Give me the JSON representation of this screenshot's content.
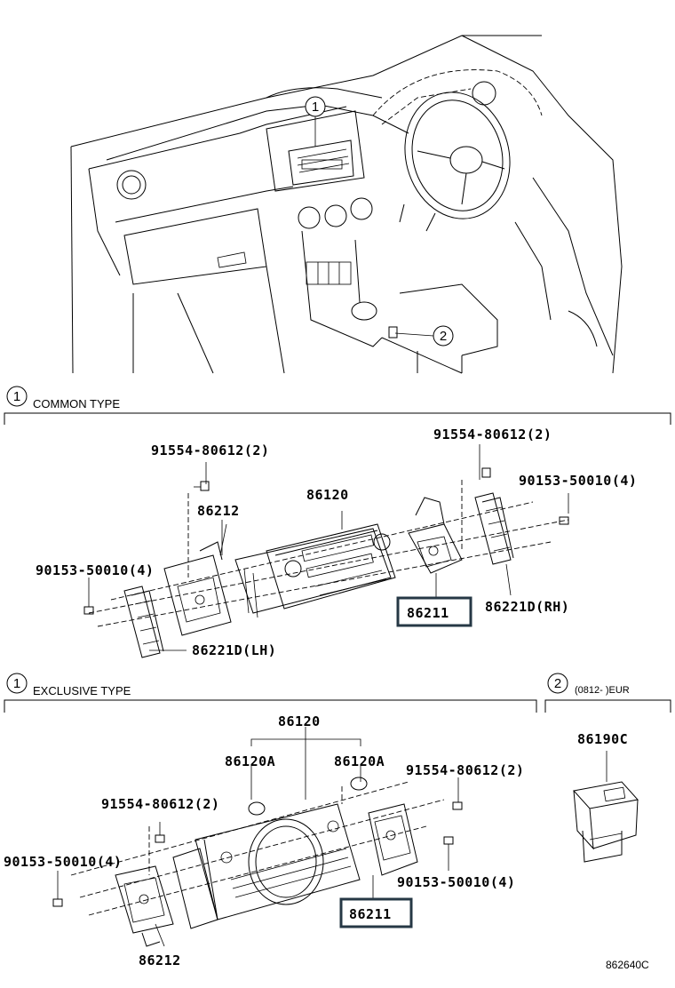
{
  "overview": {
    "callout_1": "1",
    "callout_2": "2"
  },
  "sections": {
    "common": {
      "num": "1",
      "title": "COMMON TYPE"
    },
    "exclusive": {
      "num": "1",
      "title": "EXCLUSIVE TYPE"
    },
    "eur": {
      "num": "2",
      "title": "(0812-      )EUR"
    }
  },
  "common_labels": {
    "bolt_left_top": "91554-80612(2)",
    "bolt_right_top": "91554-80612(2)",
    "bracket_lh": "86212",
    "radio": "86120",
    "screw_right": "90153-50010(4)",
    "screw_left": "90153-50010(4)",
    "bracket_rh": "86211",
    "panel_rh": "86221D(RH)",
    "panel_lh": "86221D(LH)"
  },
  "exclusive_labels": {
    "radio": "86120",
    "knob_left": "86120A",
    "knob_right": "86120A",
    "bolt_right": "91554-80612(2)",
    "bolt_left": "91554-80612(2)",
    "screw_left": "90153-50010(4)",
    "screw_right": "90153-50010(4)",
    "bracket_rh": "86211",
    "bracket_lh": "86212"
  },
  "eur_labels": {
    "jack": "86190C"
  },
  "figure_code": "862640C",
  "highlight_color": "#263845"
}
